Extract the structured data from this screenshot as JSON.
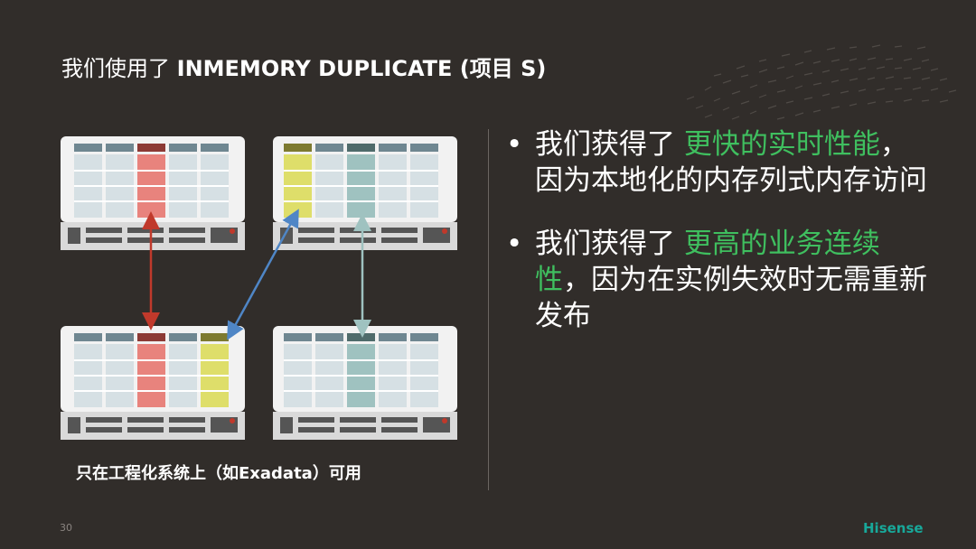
{
  "slide": {
    "title_prefix": "我们使用了 ",
    "title_bold": "INMEMORY DUPLICATE (项目 S)",
    "caption": "只在工程化系统上（如Exadata）可用",
    "bullets": [
      {
        "prefix": "我们获得了 ",
        "highlight": "更快的实时性能",
        "suffix": "，因为本地化的内存列式内存访问"
      },
      {
        "prefix": "我们获得了 ",
        "highlight": "更高的业务连续性",
        "suffix": "，因为在实例失效时无需重新发布"
      }
    ],
    "page_number": "30",
    "logo": "Hisense"
  },
  "colors": {
    "background": "#312d2a",
    "highlight": "#3fbf5f",
    "red_column": "#e8837d",
    "yellow_column": "#dede6a",
    "teal_column": "#9fc2c0",
    "arrow_red": "#c0392b",
    "arrow_blue": "#4f86c6",
    "arrow_teal": "#9fc2c0"
  }
}
